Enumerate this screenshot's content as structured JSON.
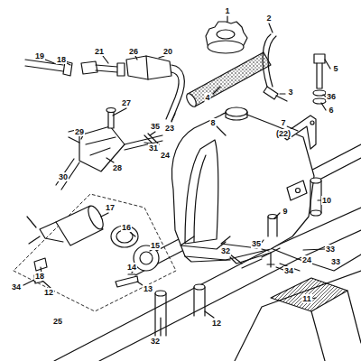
{
  "diagram": {
    "labels": [
      "19",
      "18",
      "21",
      "26",
      "20",
      "1",
      "2",
      "4",
      "3",
      "5",
      "36",
      "6",
      "8",
      "7",
      "(22)",
      "27",
      "23",
      "29",
      "35",
      "31",
      "24",
      "28",
      "30",
      "10",
      "9",
      "17",
      "16",
      "15",
      "14",
      "13",
      "18",
      "12",
      "34",
      "25",
      "33",
      "35",
      "32",
      "34",
      "24",
      "11",
      "32",
      "12",
      "33"
    ]
  }
}
